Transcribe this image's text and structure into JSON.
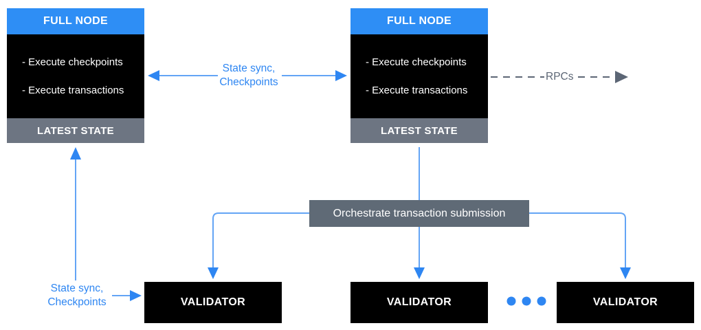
{
  "colors": {
    "header_blue": "#2e8ef5",
    "footer_gray": "#6d7582",
    "orchestrate_gray": "#5f6a76",
    "box_black": "#000000",
    "blue_text": "#2e86f2",
    "line_blue": "#63a4f5",
    "rpc_gray": "#5c6675"
  },
  "full_node_1": {
    "title": "FULL NODE",
    "items": [
      "- Execute checkpoints",
      "- Execute transactions"
    ],
    "footer": "LATEST STATE"
  },
  "full_node_2": {
    "title": "FULL NODE",
    "items": [
      "- Execute checkpoints",
      "- Execute transactions"
    ],
    "footer": "LATEST STATE"
  },
  "labels": {
    "sync_center": {
      "line1": "State sync,",
      "line2": "Checkpoints"
    },
    "sync_bottom_left": {
      "line1": "State sync,",
      "line2": "Checkpoints"
    },
    "rpcs": "RPCs"
  },
  "orchestrate": {
    "label": "Orchestrate transaction submission"
  },
  "validators": [
    {
      "label": "VALIDATOR"
    },
    {
      "label": "VALIDATOR"
    },
    {
      "label": "VALIDATOR"
    }
  ]
}
